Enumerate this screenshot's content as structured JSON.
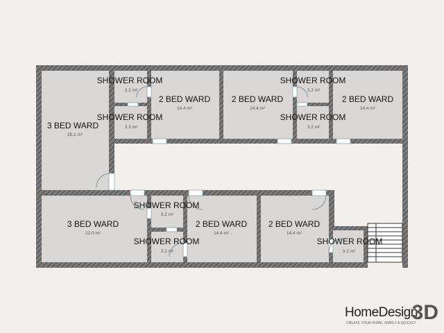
{
  "colors": {
    "background": "#f2efec",
    "floor": "#d9d7d5",
    "wall": "#6b6b6b",
    "door": "#d8e6ef"
  },
  "rooms": [
    {
      "key": "r1",
      "name": "3 BED WARD",
      "area": "25.1 m²"
    },
    {
      "key": "r2",
      "name": "SHOWER ROOM",
      "area": "3.2 m²"
    },
    {
      "key": "r3",
      "name": "SHOWER ROOM",
      "area": "3.2 m²"
    },
    {
      "key": "r4",
      "name": "2 BED WARD",
      "area": "14.4 m²"
    },
    {
      "key": "r5",
      "name": "2 BED WARD",
      "area": "14.4 m²"
    },
    {
      "key": "r6",
      "name": "SHOWER ROOM",
      "area": "3.2 m²"
    },
    {
      "key": "r7",
      "name": "SHOWER ROOM",
      "area": "3.2 m²"
    },
    {
      "key": "r8",
      "name": "2 BED WARD",
      "area": "14.4 m²"
    },
    {
      "key": "r9",
      "name": "3 BED WARD",
      "area": "22.0 m²"
    },
    {
      "key": "r10",
      "name": "SHOWER ROOM",
      "area": "3.2 m²"
    },
    {
      "key": "r11",
      "name": "SHOWER ROOM",
      "area": "3.2 m²"
    },
    {
      "key": "r12",
      "name": "2 BED WARD",
      "area": "14.4 m²"
    },
    {
      "key": "r13",
      "name": "2 BED WARD",
      "area": "14.4 m²"
    },
    {
      "key": "r14",
      "name": "SHOWER ROOM",
      "area": "3.2 m²"
    }
  ],
  "logo": {
    "main": "HomeDesign",
    "suffix": "3D",
    "tagline": "CREATE YOUR HOME, SIMPLY & QUICKLY"
  }
}
